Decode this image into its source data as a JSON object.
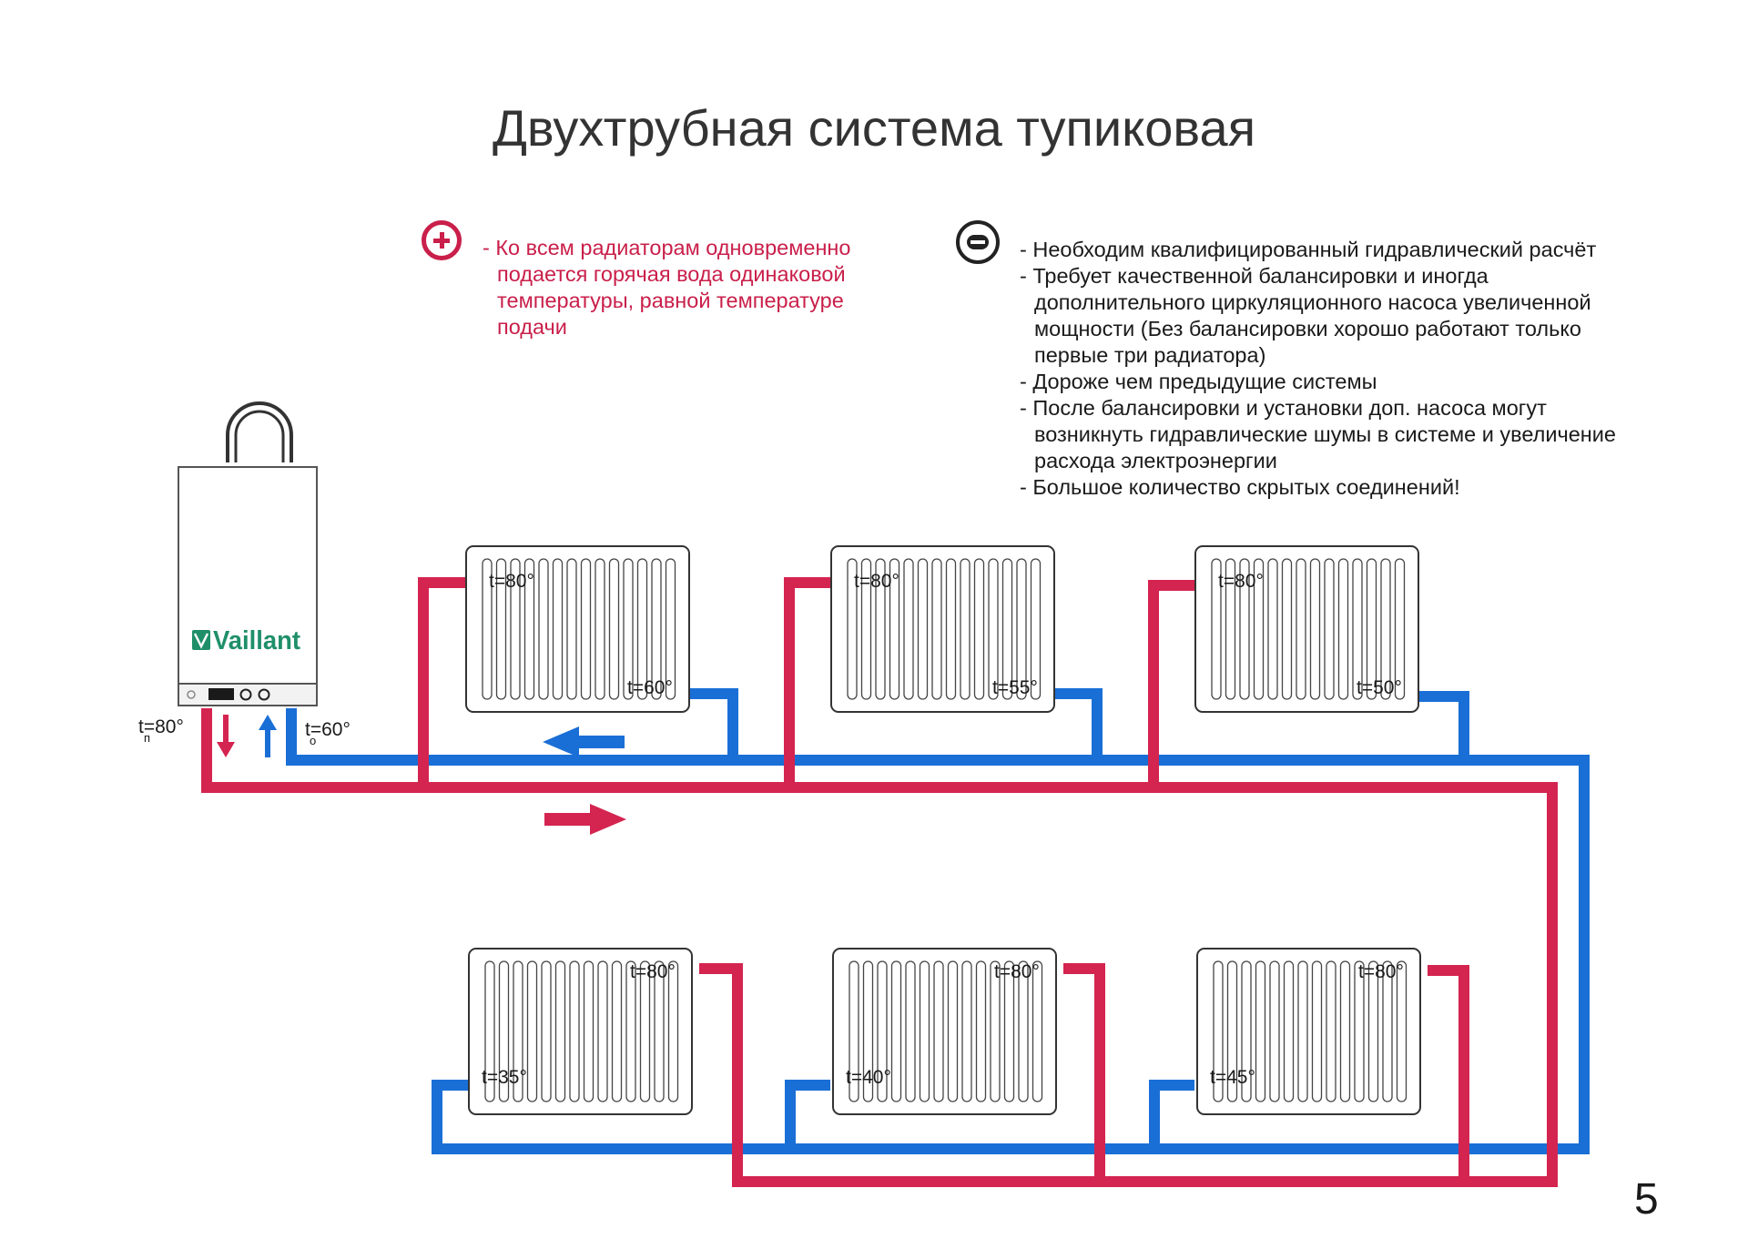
{
  "title": "Двухтрубная система тупиковая",
  "pros": {
    "icon": "plus-circle-icon",
    "color": "#c91f4a",
    "items": [
      "- Ко всем радиаторам одновременно подается горячая вода одинаковой температуры, равной температуре подачи"
    ]
  },
  "cons": {
    "icon": "minus-circle-icon",
    "color": "#222222",
    "items": [
      "- Необходим квалифицированный гидравлический расчёт",
      "- Требует качественной балансировки и иногда дополнительного циркуляционного насоса увеличенной мощности (Без балансировки хорошо работают только первые три радиатора)",
      "- Дороже чем предыдущие системы",
      "- После балансировки и установки доп. насоса могут возникнуть гидравлические шумы в системе и увеличение расхода электроэнергии",
      "- Большое количество скрытых соединений!"
    ]
  },
  "boiler": {
    "brand": "Vaillant",
    "brand_color": "#1f8f6a",
    "supply_label": "t=80°",
    "supply_sub": "п",
    "return_label": "t=60°",
    "return_sub": "о"
  },
  "pipes": {
    "supply_color": "#d42450",
    "return_color": "#1a6fd6"
  },
  "radiators_top": [
    {
      "in": "t=80°",
      "out": "t=60°"
    },
    {
      "in": "t=80°",
      "out": "t=55°"
    },
    {
      "in": "t=80°",
      "out": "t=50°"
    }
  ],
  "radiators_bottom": [
    {
      "in": "t=80°",
      "out": "t=35°"
    },
    {
      "in": "t=80°",
      "out": "t=40°"
    },
    {
      "in": "t=80°",
      "out": "t=45°"
    }
  ],
  "page_number": "5"
}
